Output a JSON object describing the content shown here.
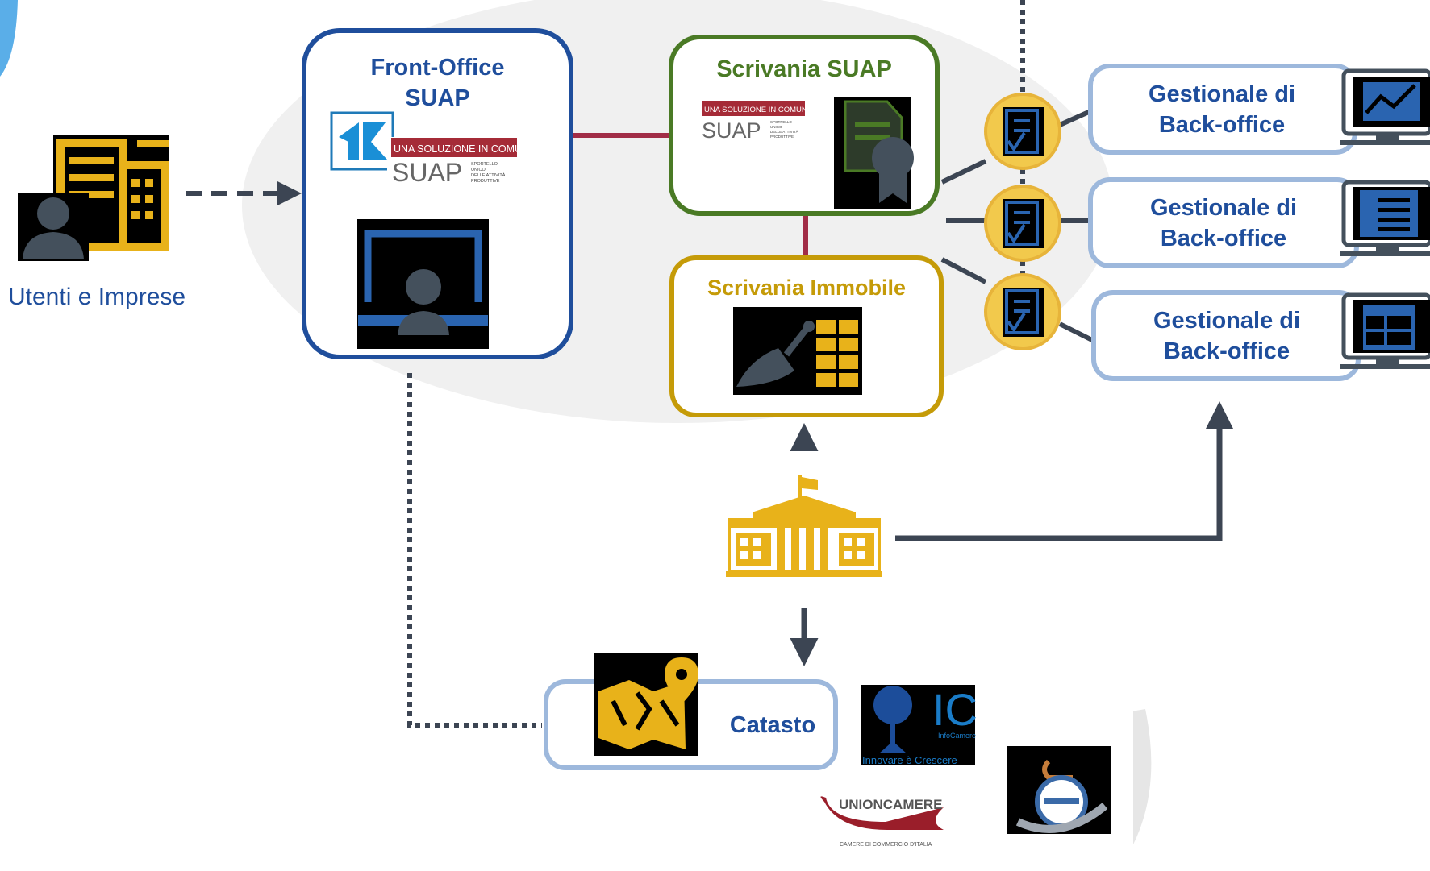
{
  "users": {
    "label": "Utenti e Imprese"
  },
  "front_office": {
    "title_line1": "Front-Office",
    "title_line2": "SUAP"
  },
  "front_office_logo": {
    "tagline": "UNA SOLUZIONE IN COMUNE",
    "brand": "SUAP",
    "sub": [
      "SPORTELLO",
      "UNICO",
      "DELLE ATTIVITÀ",
      "PRODUTTIVE"
    ]
  },
  "scrivania_suap": {
    "title": "Scrivania SUAP"
  },
  "scrivania_suap_logo": {
    "tagline": "UNA SOLUZIONE IN COMUNE",
    "brand": "SUAP",
    "sub": [
      "SPORTELLO",
      "UNICO",
      "DELLE ATTIVITÀ",
      "PRODUTTIVE"
    ]
  },
  "scrivania_immobile": {
    "title": "Scrivania Immobile"
  },
  "backoffice": [
    {
      "line1": "Gestionale di",
      "line2": "Back-office",
      "icon": "chart-monitor-icon"
    },
    {
      "line1": "Gestionale di",
      "line2": "Back-office",
      "icon": "document-monitor-icon"
    },
    {
      "line1": "Gestionale di",
      "line2": "Back-office",
      "icon": "table-monitor-icon"
    }
  ],
  "catasto": {
    "label": "Catasto"
  },
  "infocamere": {
    "brand": "IC",
    "name": "InfoCamere",
    "slogan": "Innovare è Crescere"
  },
  "unioncamere": {
    "name": "UNIONCAMERE",
    "sub": "CAMERE DI COMMERCIO D'ITALIA"
  },
  "colors": {
    "navy": "#1f4e9c",
    "green": "#4a7a25",
    "gold": "#c59b08",
    "light_blue": "#9db8dc",
    "connector_red": "#a12d47",
    "slate": "#3c4553",
    "icon_gold": "#e8b21a"
  }
}
